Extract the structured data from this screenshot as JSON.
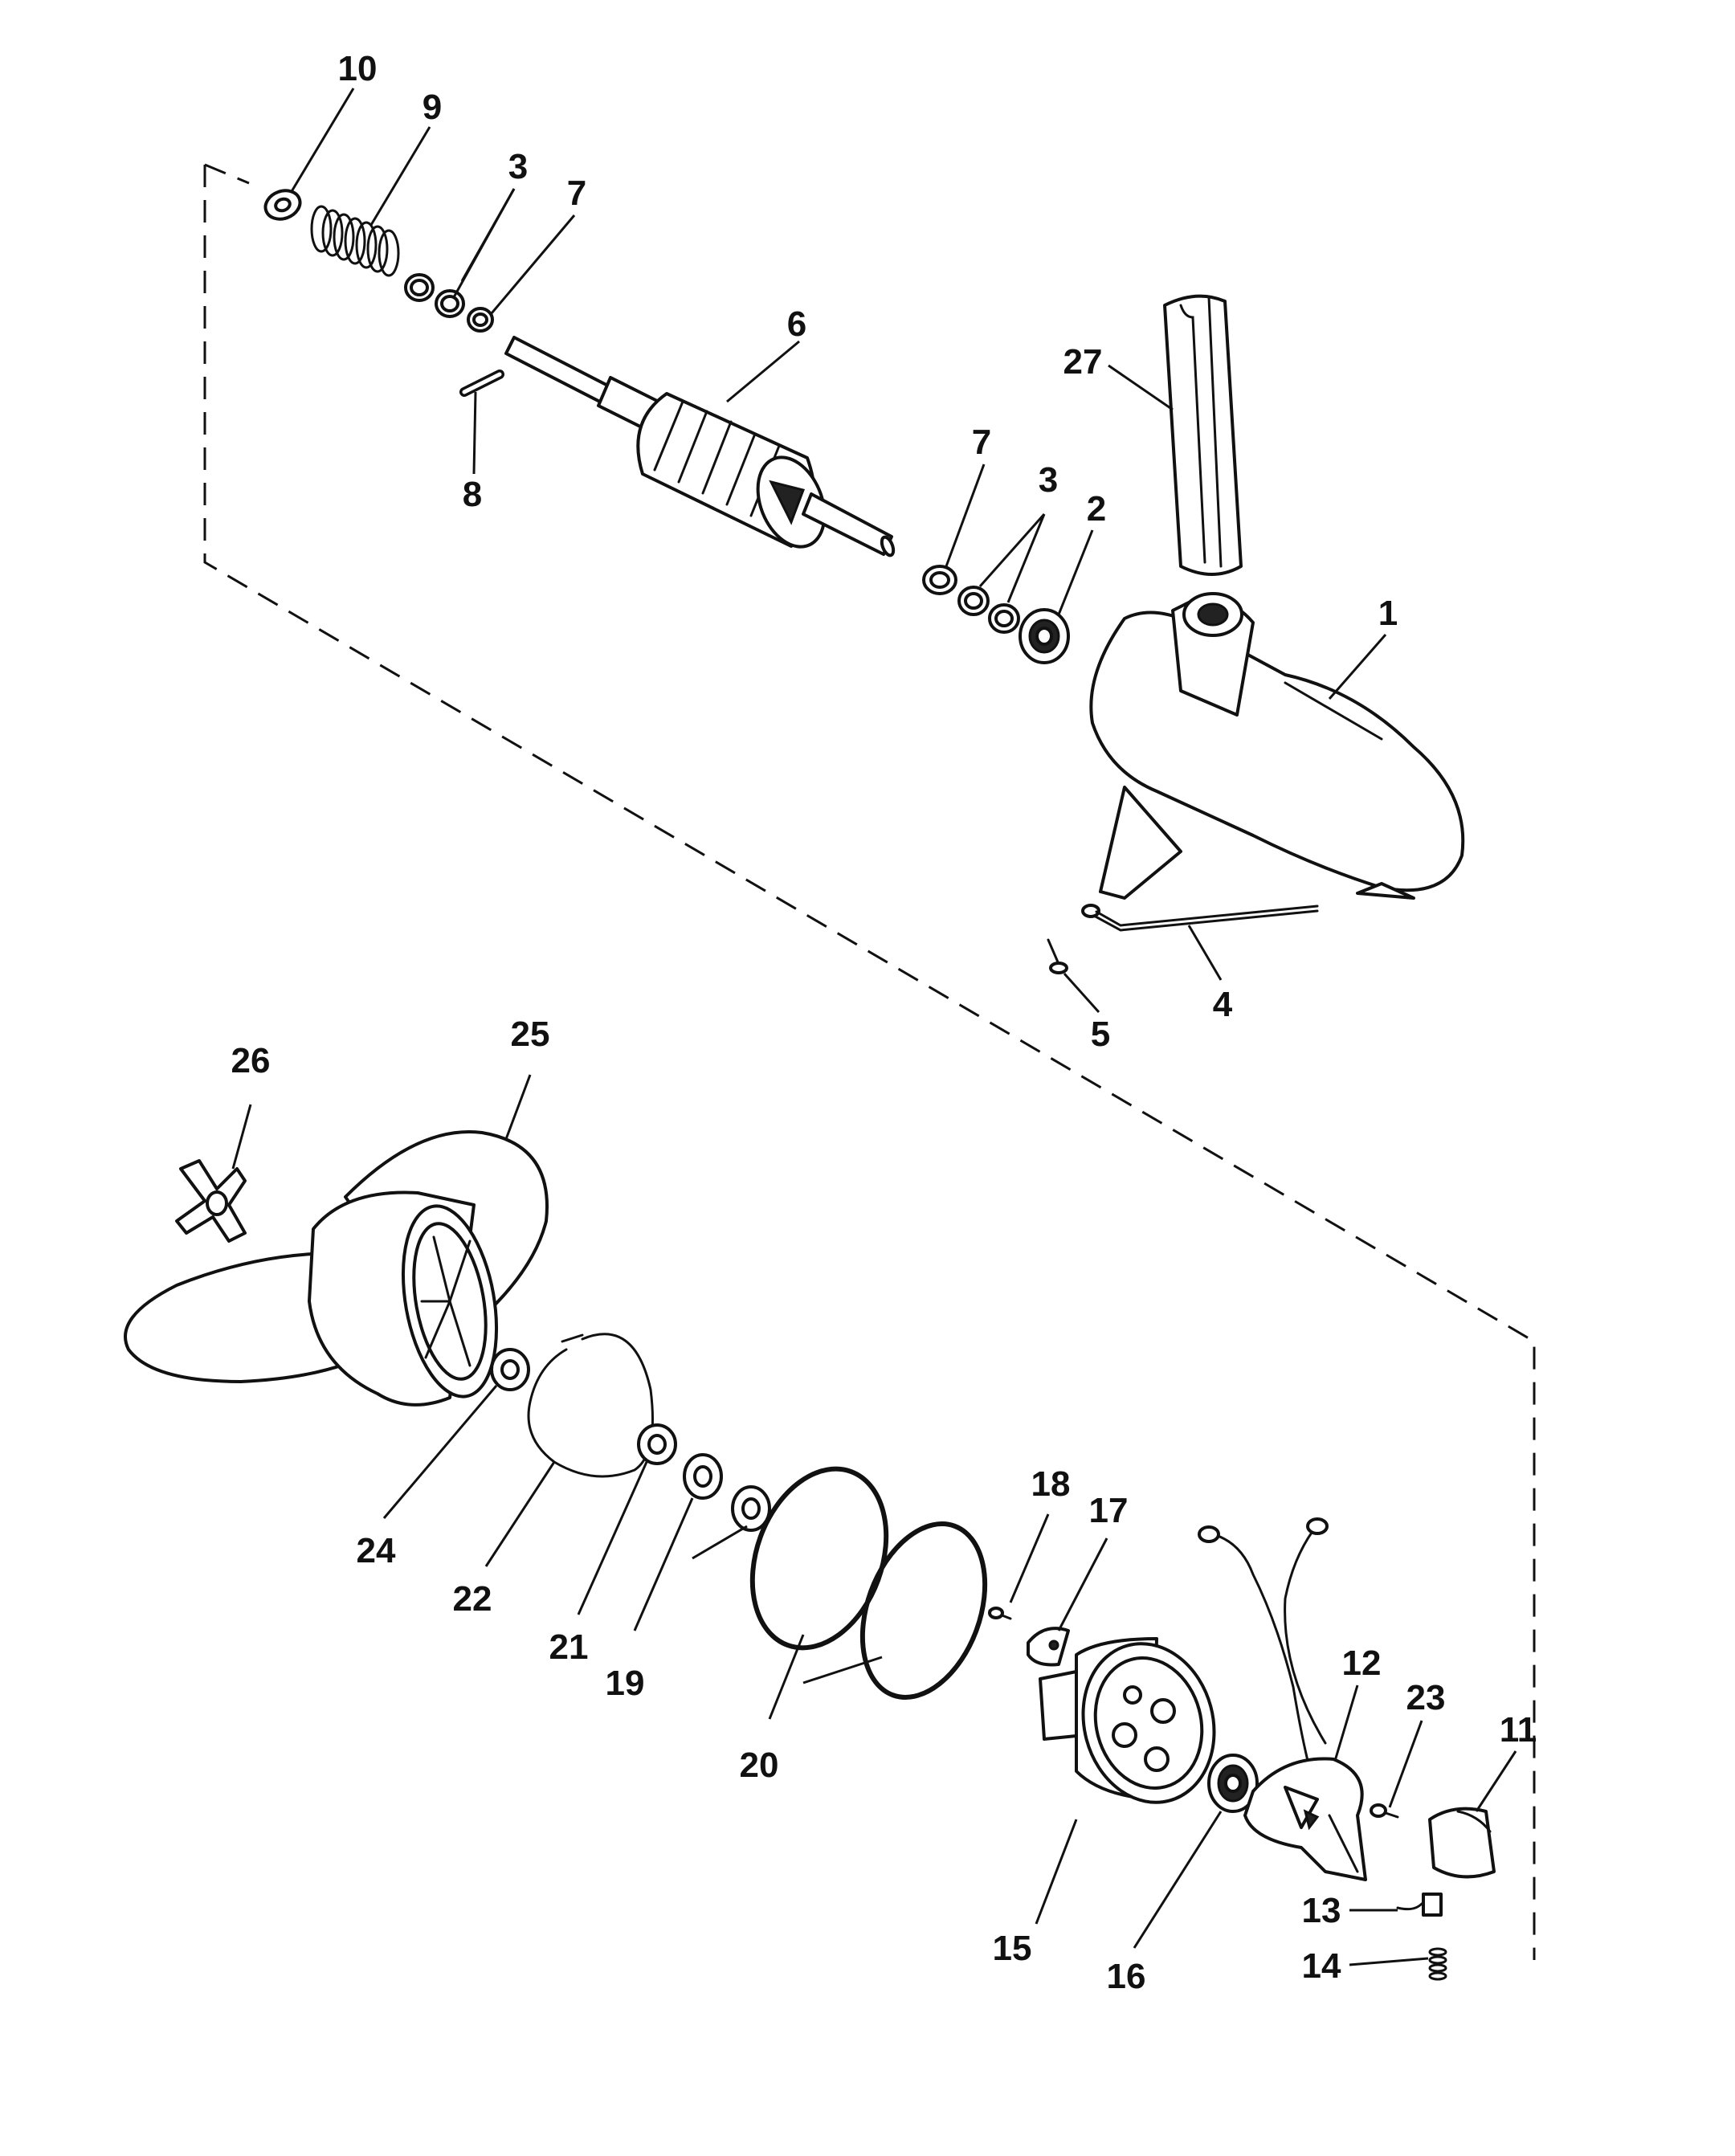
{
  "callouts": [
    {
      "id": "c10",
      "text": "10"
    },
    {
      "id": "c9",
      "text": "9"
    },
    {
      "id": "c3a",
      "text": "3"
    },
    {
      "id": "c7a",
      "text": "7"
    },
    {
      "id": "c6",
      "text": "6"
    },
    {
      "id": "c8",
      "text": "8"
    },
    {
      "id": "c27",
      "text": "27"
    },
    {
      "id": "c7b",
      "text": "7"
    },
    {
      "id": "c3b",
      "text": "3"
    },
    {
      "id": "c2",
      "text": "2"
    },
    {
      "id": "c1",
      "text": "1"
    },
    {
      "id": "c5",
      "text": "5"
    },
    {
      "id": "c4",
      "text": "4"
    },
    {
      "id": "c26",
      "text": "26"
    },
    {
      "id": "c25",
      "text": "25"
    },
    {
      "id": "c24",
      "text": "24"
    },
    {
      "id": "c22",
      "text": "22"
    },
    {
      "id": "c21",
      "text": "21"
    },
    {
      "id": "c19",
      "text": "19"
    },
    {
      "id": "c20",
      "text": "20"
    },
    {
      "id": "c18",
      "text": "18"
    },
    {
      "id": "c17",
      "text": "17"
    },
    {
      "id": "c15",
      "text": "15"
    },
    {
      "id": "c16",
      "text": "16"
    },
    {
      "id": "c12",
      "text": "12"
    },
    {
      "id": "c23",
      "text": "23"
    },
    {
      "id": "c11",
      "text": "11"
    },
    {
      "id": "c13",
      "text": "13"
    },
    {
      "id": "c14",
      "text": "14"
    }
  ]
}
